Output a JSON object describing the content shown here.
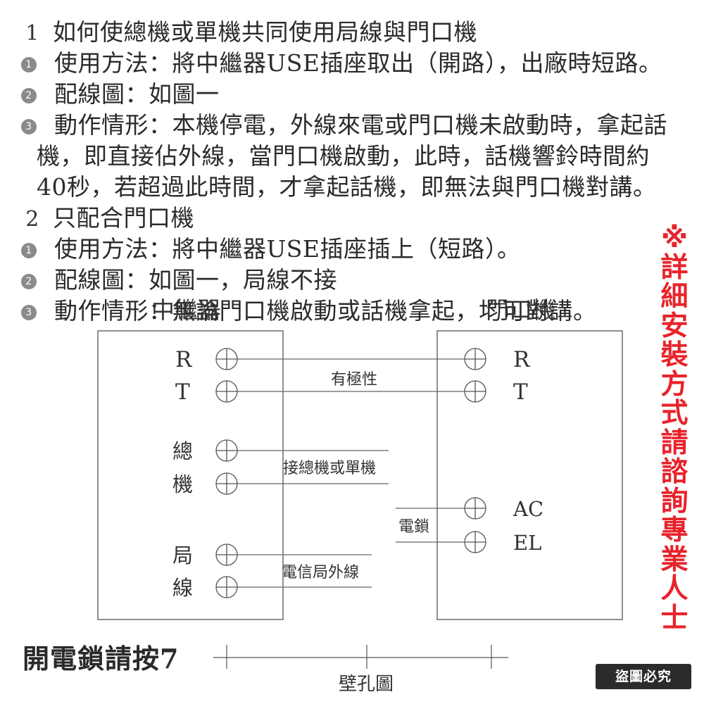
{
  "instructions": {
    "section1": {
      "num": "1",
      "title": "如何使總機或單機共同使用局線與門口機",
      "items": [
        {
          "num": "1",
          "text": "使用方法：將中繼器USE插座取出（開路），出廠時短路。"
        },
        {
          "num": "2",
          "text": "配線圖：如圖一"
        },
        {
          "num": "3",
          "text": "動作情形：本機停電，外線來電或門口機未啟動時，拿起話",
          "cont1": "機，即直接佔外線，當門口機啟動，此時，話機響鈴時間約",
          "cont2": "40秒，若超過此時間，才拿起話機，即無法與門口機對講。"
        }
      ]
    },
    "section2": {
      "num": "2",
      "title": "只配合門口機",
      "items": [
        {
          "num": "1",
          "text": "使用方法：將中繼器USE插座插上（短路）。"
        },
        {
          "num": "2",
          "text": "配線圖：如圖一，局線不接"
        },
        {
          "num": "3",
          "text": "動作情形：無論門口機啟動或話機拿起，均可對講。"
        }
      ]
    }
  },
  "side_note": {
    "color": "#e8232b",
    "chars": [
      "※",
      "詳",
      "細",
      "安",
      "裝",
      "方",
      "式",
      "請",
      "諮",
      "詢",
      "專",
      "業",
      "人",
      "士"
    ]
  },
  "diagram": {
    "left_box_title": "中繼器",
    "right_box_title": "門口機",
    "left_terminals": {
      "r": "R",
      "t": "T",
      "zong": "總",
      "ji": "機",
      "ju": "局",
      "xian": "線"
    },
    "right_terminals": {
      "r": "R",
      "t": "T",
      "ac": "AC",
      "el": "EL"
    },
    "labels": {
      "polarity": "有極性",
      "to_phone": "接總機或單機",
      "lock": "電鎖",
      "telecom": "電信局外線",
      "wall_hole": "壁孔圖"
    }
  },
  "footer": {
    "title": "開電鎖請按7",
    "badge": "盜圖必究"
  }
}
